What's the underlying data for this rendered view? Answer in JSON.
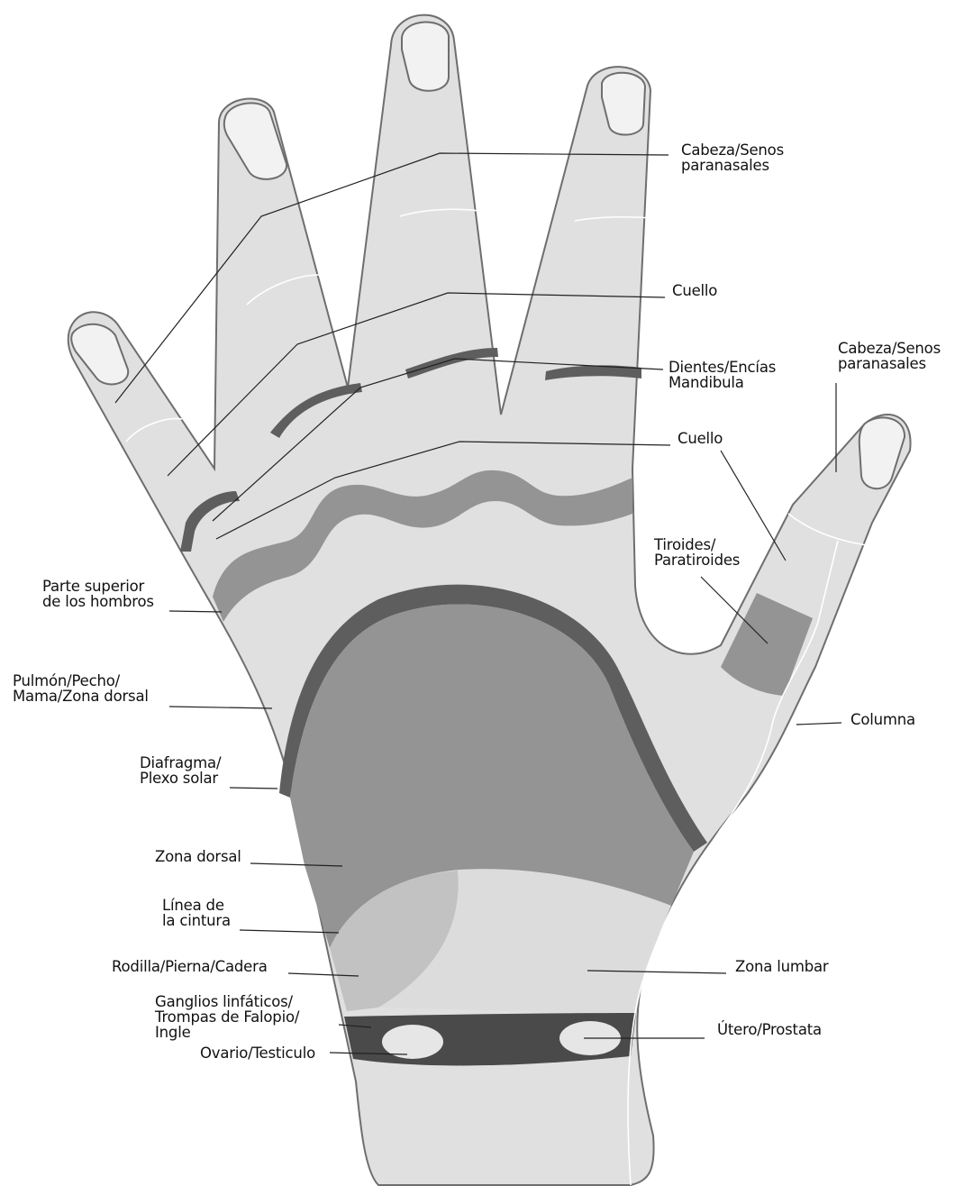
{
  "labels": {
    "head_sinus_fingers": [
      "Cabeza/Senos",
      "paranasales"
    ],
    "neck_top": "Cuello",
    "teeth_jaw": [
      "Dientes/Encías",
      "Mandibula"
    ],
    "neck_lower": "Cuello",
    "head_sinus_thumb": [
      "Cabeza/Senos",
      "paranasales"
    ],
    "thyroid": [
      "Tiroides/",
      "Paratiroides"
    ],
    "upper_shoulders": [
      "Parte superior",
      "de los hombros"
    ],
    "lung": [
      "Pulmón/Pecho/",
      "Mama/Zona dorsal"
    ],
    "diaphragm": [
      "Diafragma/",
      "Plexo solar"
    ],
    "spine": "Columna",
    "dorsal": "Zona dorsal",
    "waist": [
      "Línea de",
      "la cintura"
    ],
    "knee": "Rodilla/Pierna/Cadera",
    "lumbar": "Zona lumbar",
    "lymph": [
      "Ganglios linfáticos/",
      "Trompas de Falopio/",
      "Ingle"
    ],
    "uterus": "Útero/Prostata",
    "ovary": "Ovario/Testiculo"
  }
}
